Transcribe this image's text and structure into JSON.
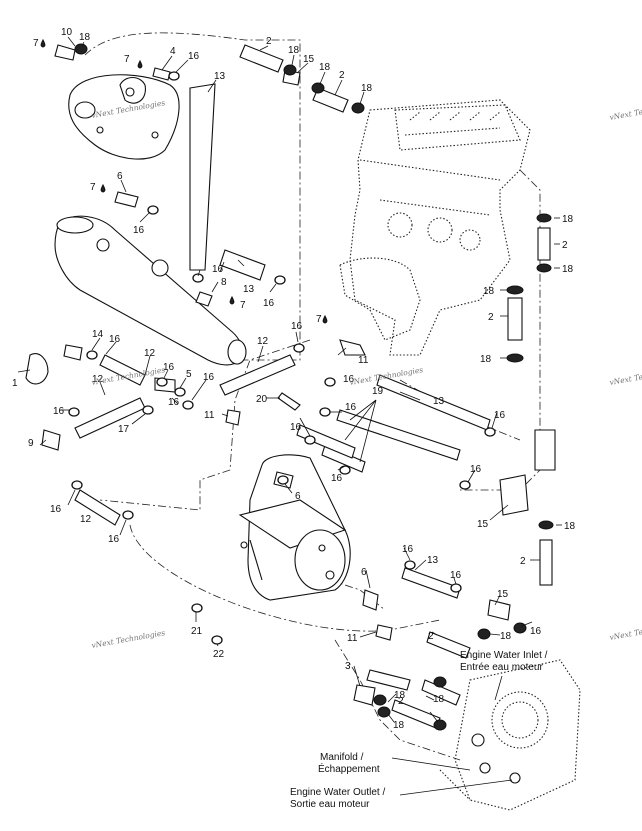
{
  "callouts": [
    {
      "id": "c10a",
      "text": "10"
    },
    {
      "id": "c18a",
      "text": "18"
    },
    {
      "id": "c7a",
      "text": "7"
    },
    {
      "id": "c7b",
      "text": "7"
    },
    {
      "id": "c4",
      "text": "4"
    },
    {
      "id": "c16a",
      "text": "16"
    },
    {
      "id": "c13a",
      "text": "13"
    },
    {
      "id": "c2a",
      "text": "2"
    },
    {
      "id": "c18b",
      "text": "18"
    },
    {
      "id": "c15a",
      "text": "15"
    },
    {
      "id": "c18c",
      "text": "18"
    },
    {
      "id": "c2b",
      "text": "2"
    },
    {
      "id": "c18d",
      "text": "18"
    },
    {
      "id": "c7c",
      "text": "7"
    },
    {
      "id": "c6a",
      "text": "6"
    },
    {
      "id": "c16b",
      "text": "16"
    },
    {
      "id": "c18e",
      "text": "18"
    },
    {
      "id": "c2c",
      "text": "2"
    },
    {
      "id": "c18f",
      "text": "18"
    },
    {
      "id": "c16c",
      "text": "16"
    },
    {
      "id": "c8",
      "text": "8"
    },
    {
      "id": "c13b",
      "text": "13"
    },
    {
      "id": "c7d",
      "text": "7"
    },
    {
      "id": "c16d",
      "text": "16"
    },
    {
      "id": "c18g",
      "text": "18"
    },
    {
      "id": "c2d",
      "text": "2"
    },
    {
      "id": "c7e",
      "text": "7"
    },
    {
      "id": "c11a",
      "text": "11"
    },
    {
      "id": "c16e",
      "text": "16"
    },
    {
      "id": "c12a",
      "text": "12"
    },
    {
      "id": "c18h",
      "text": "18"
    },
    {
      "id": "c14",
      "text": "14"
    },
    {
      "id": "c16f",
      "text": "16"
    },
    {
      "id": "c1",
      "text": "1"
    },
    {
      "id": "c12b",
      "text": "12"
    },
    {
      "id": "c16g",
      "text": "16"
    },
    {
      "id": "c5",
      "text": "5"
    },
    {
      "id": "c16h",
      "text": "16"
    },
    {
      "id": "c16i",
      "text": "16"
    },
    {
      "id": "c12c",
      "text": "12"
    },
    {
      "id": "c16j",
      "text": "16"
    },
    {
      "id": "c17",
      "text": "17"
    },
    {
      "id": "c16k",
      "text": "16"
    },
    {
      "id": "c13c",
      "text": "13"
    },
    {
      "id": "c11b",
      "text": "11"
    },
    {
      "id": "c20",
      "text": "20"
    },
    {
      "id": "c16l",
      "text": "16"
    },
    {
      "id": "c19",
      "text": "19"
    },
    {
      "id": "c16m",
      "text": "16"
    },
    {
      "id": "c16n",
      "text": "16"
    },
    {
      "id": "c9",
      "text": "9"
    },
    {
      "id": "c16o",
      "text": "16"
    },
    {
      "id": "c16p",
      "text": "16"
    },
    {
      "id": "c16q",
      "text": "16"
    },
    {
      "id": "c6b",
      "text": "6"
    },
    {
      "id": "c15b",
      "text": "15"
    },
    {
      "id": "c18i",
      "text": "18"
    },
    {
      "id": "c16r",
      "text": "16"
    },
    {
      "id": "c12d",
      "text": "12"
    },
    {
      "id": "c16s",
      "text": "16"
    },
    {
      "id": "c16t",
      "text": "16"
    },
    {
      "id": "c13d",
      "text": "13"
    },
    {
      "id": "c2e",
      "text": "2"
    },
    {
      "id": "c16u",
      "text": "16"
    },
    {
      "id": "c6c",
      "text": "6"
    },
    {
      "id": "c15c",
      "text": "15"
    },
    {
      "id": "c21",
      "text": "21"
    },
    {
      "id": "c22",
      "text": "22"
    },
    {
      "id": "c11c",
      "text": "11"
    },
    {
      "id": "c2f",
      "text": "2"
    },
    {
      "id": "c18j",
      "text": "18"
    },
    {
      "id": "c18k",
      "text": "18"
    },
    {
      "id": "c3",
      "text": "3"
    },
    {
      "id": "c18l",
      "text": "18"
    },
    {
      "id": "c2g",
      "text": "2"
    },
    {
      "id": "c18m",
      "text": "18"
    }
  ],
  "captions": {
    "inlet_en": "Engine Water Inlet /",
    "inlet_fr": "Entrée eau  moteur",
    "manifold_en": "Manifold /",
    "manifold_fr": "Échappement",
    "outlet_en": "Engine Water Outlet /",
    "outlet_fr": "Sortie eau moteur"
  },
  "watermark": "vNext Technologies"
}
